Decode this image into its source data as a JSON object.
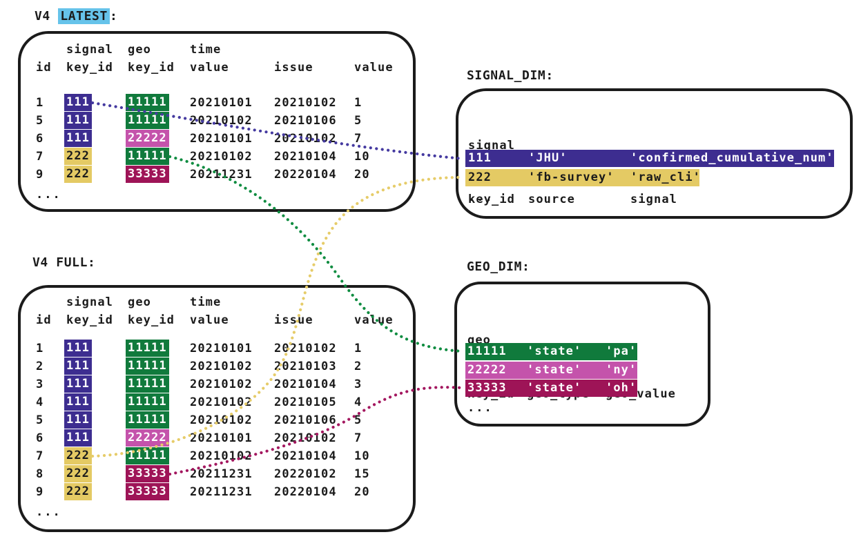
{
  "palette": {
    "signal_111": "#3d2d90",
    "signal_222": "#e4ca64",
    "geo_11111": "#107a3c",
    "geo_22222": "#c453ab",
    "geo_33333": "#9e1457",
    "latest_highlight": "#66c3ea",
    "ink": "#1b1b1b"
  },
  "v4_latest": {
    "title": {
      "prefix": "V4 ",
      "highlight": "LATEST",
      "suffix": ":"
    },
    "header": {
      "id": "id",
      "signal_line1": "signal",
      "signal_line2": "key_id",
      "geo_line1": "geo",
      "geo_line2": "key_id",
      "time_line1": "time",
      "time_line2": "value",
      "issue": "issue",
      "value": "value"
    },
    "rows": [
      {
        "id": "1",
        "signal_key_id": "111",
        "geo_key_id": "11111",
        "time_value": "20210101",
        "issue": "20210102",
        "value": "1"
      },
      {
        "id": "5",
        "signal_key_id": "111",
        "geo_key_id": "11111",
        "time_value": "20210102",
        "issue": "20210106",
        "value": "5"
      },
      {
        "id": "6",
        "signal_key_id": "111",
        "geo_key_id": "22222",
        "time_value": "20210101",
        "issue": "20210102",
        "value": "7"
      },
      {
        "id": "7",
        "signal_key_id": "222",
        "geo_key_id": "11111",
        "time_value": "20210102",
        "issue": "20210104",
        "value": "10"
      },
      {
        "id": "9",
        "signal_key_id": "222",
        "geo_key_id": "33333",
        "time_value": "20211231",
        "issue": "20220104",
        "value": "20"
      }
    ],
    "ellipsis": "..."
  },
  "v4_full": {
    "title": "V4 FULL:",
    "header": {
      "id": "id",
      "signal_line1": "signal",
      "signal_line2": "key_id",
      "geo_line1": "geo",
      "geo_line2": "key_id",
      "time_line1": "time",
      "time_line2": "value",
      "issue": "issue",
      "value": "value"
    },
    "rows": [
      {
        "id": "1",
        "signal_key_id": "111",
        "geo_key_id": "11111",
        "time_value": "20210101",
        "issue": "20210102",
        "value": "1"
      },
      {
        "id": "2",
        "signal_key_id": "111",
        "geo_key_id": "11111",
        "time_value": "20210102",
        "issue": "20210103",
        "value": "2"
      },
      {
        "id": "3",
        "signal_key_id": "111",
        "geo_key_id": "11111",
        "time_value": "20210102",
        "issue": "20210104",
        "value": "3"
      },
      {
        "id": "4",
        "signal_key_id": "111",
        "geo_key_id": "11111",
        "time_value": "20210102",
        "issue": "20210105",
        "value": "4"
      },
      {
        "id": "5",
        "signal_key_id": "111",
        "geo_key_id": "11111",
        "time_value": "20210102",
        "issue": "20210106",
        "value": "5"
      },
      {
        "id": "6",
        "signal_key_id": "111",
        "geo_key_id": "22222",
        "time_value": "20210101",
        "issue": "20210102",
        "value": "7"
      },
      {
        "id": "7",
        "signal_key_id": "222",
        "geo_key_id": "11111",
        "time_value": "20210102",
        "issue": "20210104",
        "value": "10"
      },
      {
        "id": "8",
        "signal_key_id": "222",
        "geo_key_id": "33333",
        "time_value": "20211231",
        "issue": "20220102",
        "value": "15"
      },
      {
        "id": "9",
        "signal_key_id": "222",
        "geo_key_id": "33333",
        "time_value": "20211231",
        "issue": "20220104",
        "value": "20"
      }
    ],
    "ellipsis": "..."
  },
  "signal_dim": {
    "title": "SIGNAL_DIM:",
    "header": {
      "line1": "signal",
      "key_id": "key_id",
      "source": "source",
      "signal": "signal"
    },
    "rows": [
      {
        "key_id": "111",
        "source": "'JHU'",
        "signal": "'confirmed_cumulative_num'"
      },
      {
        "key_id": "222",
        "source": "'fb-survey'",
        "signal": "'raw_cli'"
      }
    ],
    "ellipsis": "..."
  },
  "geo_dim": {
    "title": "GEO_DIM:",
    "header": {
      "line1": "geo",
      "key_id": "key_id",
      "geo_type": "geo_type",
      "geo_value": "geo_value"
    },
    "rows": [
      {
        "key_id": "11111",
        "geo_type": "'state'",
        "geo_value": "'pa'"
      },
      {
        "key_id": "22222",
        "geo_type": "'state'",
        "geo_value": "'ny'"
      },
      {
        "key_id": "33333",
        "geo_type": "'state'",
        "geo_value": "'oh'"
      }
    ],
    "ellipsis": "..."
  },
  "connections": [
    {
      "name": "v4-latest-111-to-signal-dim-111",
      "color": "#453aa0"
    },
    {
      "name": "v4-latest-11111-to-geo-dim-11111",
      "color": "#0e8c40"
    },
    {
      "name": "v4-full-222-to-signal-dim-222",
      "color": "#e6cc69"
    },
    {
      "name": "v4-full-33333-to-geo-dim-33333",
      "color": "#a3175f"
    }
  ]
}
